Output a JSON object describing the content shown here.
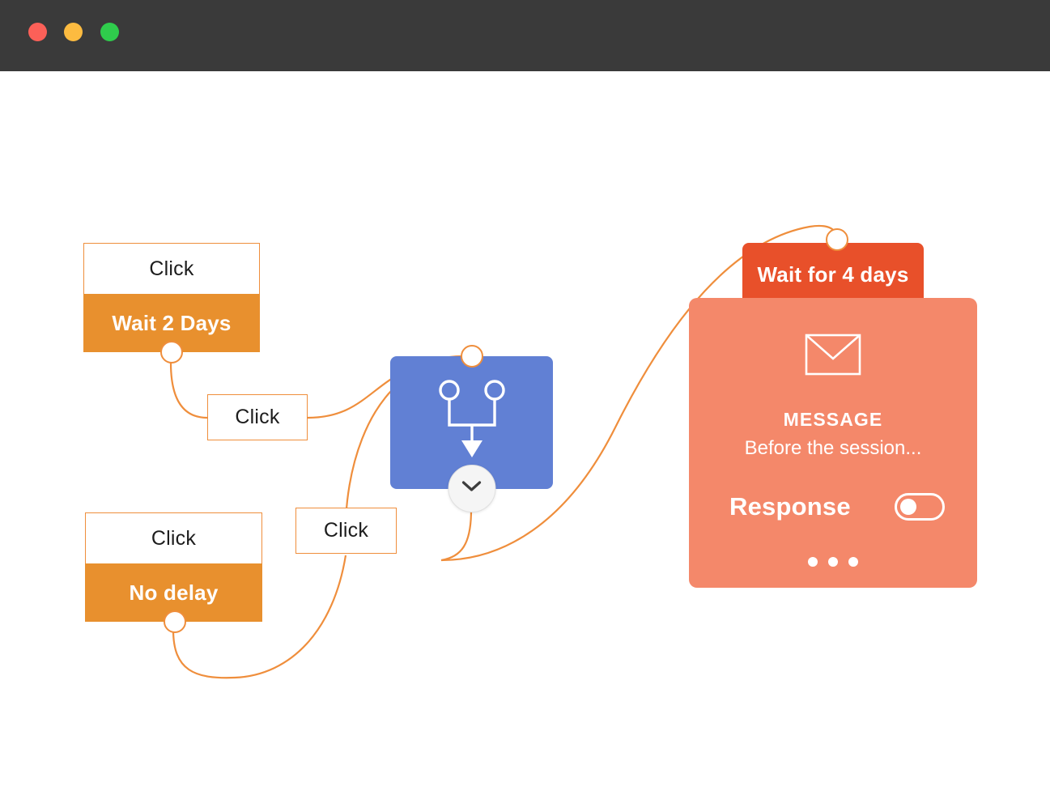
{
  "window": {
    "titlebar": {
      "buttons": [
        {
          "name": "close",
          "color": "#fc6058"
        },
        {
          "name": "minimize",
          "color": "#fcbb40"
        },
        {
          "name": "maximize",
          "color": "#2fcc4c"
        }
      ]
    }
  },
  "theme": {
    "accent_orange": "#ef8e3c",
    "node_orange": "#e8902e",
    "header_red": "#e8502a",
    "card_salmon": "#f4886a",
    "node_blue": "#6180d4",
    "titlebar": "#3a3a3a",
    "canvas": "#ffffff"
  },
  "flow": {
    "nodes": [
      {
        "id": "wait-2-days",
        "type": "delay",
        "trigger_label": "Click",
        "title": "Wait 2 Days"
      },
      {
        "id": "no-delay",
        "type": "delay",
        "trigger_label": "Click",
        "title": "No delay"
      },
      {
        "id": "merge",
        "type": "merge",
        "icon": "merge-branches-icon",
        "expand_icon": "chevron-down-icon"
      },
      {
        "id": "message",
        "type": "message",
        "header": "Wait for 4 days",
        "icon": "envelope-icon",
        "kicker": "MESSAGE",
        "subtitle": "Before the session...",
        "response_label": "Response",
        "response_enabled": false,
        "pager_dots": 3
      }
    ],
    "edge_labels": [
      {
        "id": "edge-label-top",
        "text": "Click"
      },
      {
        "id": "edge-label-bottom",
        "text": "Click"
      }
    ]
  }
}
